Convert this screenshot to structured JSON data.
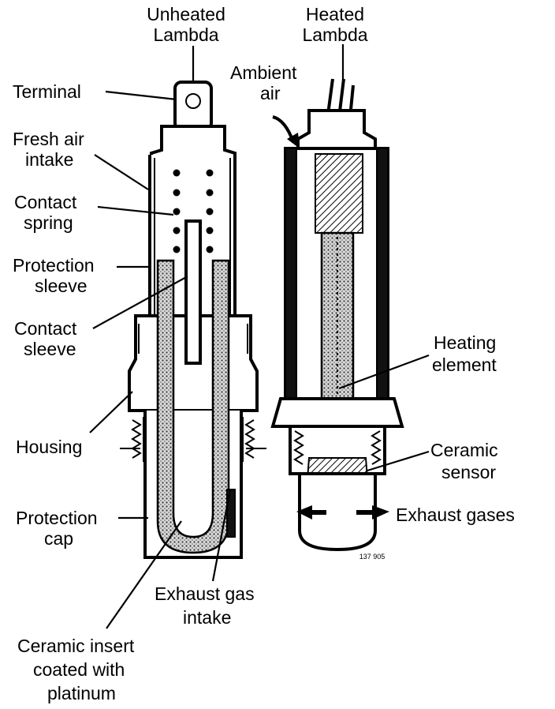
{
  "titles": {
    "unheated": [
      "Unheated",
      "Lambda"
    ],
    "heated": [
      "Heated",
      "Lambda"
    ]
  },
  "labels": {
    "terminal": "Terminal",
    "fresh_air_intake": [
      "Fresh air",
      "intake"
    ],
    "contact_spring": [
      "Contact",
      "spring"
    ],
    "protection_sleeve": [
      "Protection",
      "sleeve"
    ],
    "contact_sleeve": [
      "Contact",
      "sleeve"
    ],
    "housing": "Housing",
    "protection_cap": [
      "Protection",
      "cap"
    ],
    "ceramic_insert": [
      "Ceramic insert",
      "coated with",
      "platinum"
    ],
    "exhaust_gas_intake": [
      "Exhaust gas",
      "intake"
    ],
    "ambient_air": [
      "Ambient",
      "air"
    ],
    "heating_element": [
      "Heating",
      "element"
    ],
    "ceramic_sensor": [
      "Ceramic",
      "sensor"
    ],
    "exhaust_gases": "Exhaust gases"
  },
  "figure_code": "137 905",
  "colors": {
    "ink": "#000000",
    "paper": "#ffffff"
  }
}
